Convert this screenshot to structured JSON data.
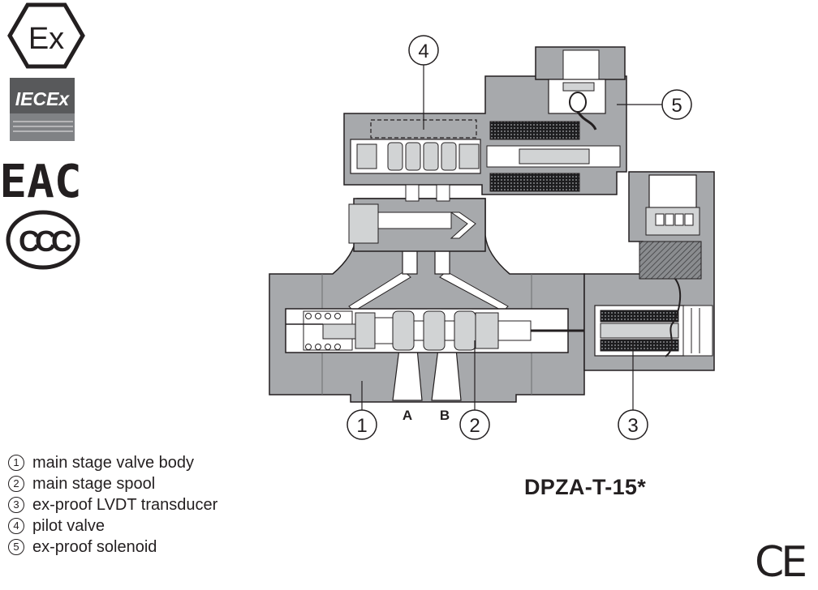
{
  "certifications": {
    "ex_label": "Ex",
    "iecex_label": "IECEx",
    "eac_label": "EAC",
    "ccc_label": "CCC",
    "ce_mark": "CE"
  },
  "callouts": [
    "1",
    "2",
    "3",
    "4",
    "5"
  ],
  "ports": {
    "a": "A",
    "b": "B"
  },
  "legend": [
    {
      "num": "1",
      "text": "main stage valve body"
    },
    {
      "num": "2",
      "text": "main stage spool"
    },
    {
      "num": "3",
      "text": "ex-proof LVDT transducer"
    },
    {
      "num": "4",
      "text": "pilot valve"
    },
    {
      "num": "5",
      "text": "ex-proof solenoid"
    }
  ],
  "model": "DPZA-T-15*",
  "colors": {
    "body": "#a7a9ac",
    "dark": "#231f20",
    "white": "#ffffff",
    "coil_hatch": "#58595b"
  },
  "icons": [
    "ex-hexagon-icon",
    "iecex-logo",
    "eac-mark",
    "ccc-mark",
    "ce-mark"
  ]
}
